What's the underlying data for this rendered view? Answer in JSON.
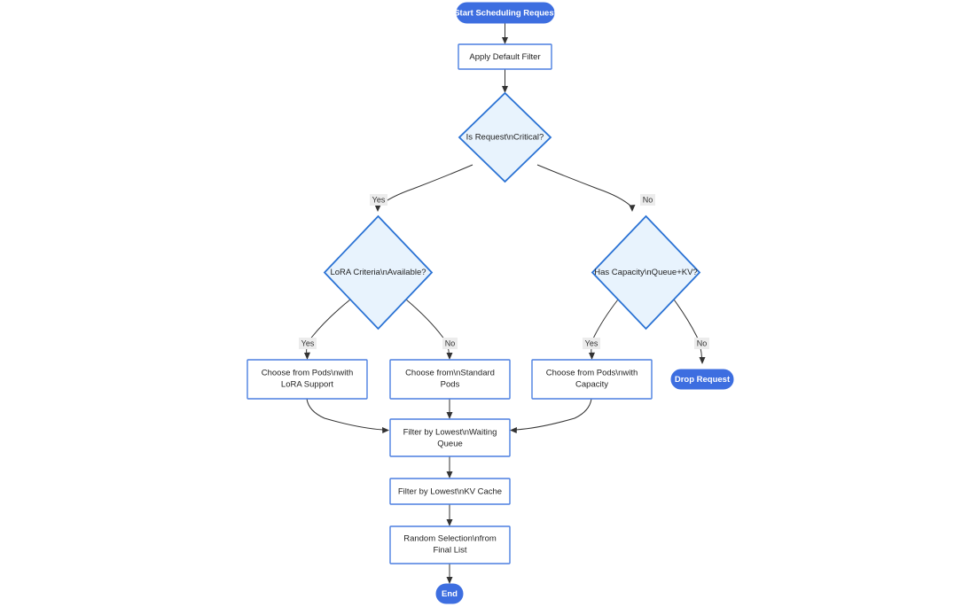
{
  "diagram": {
    "title": "",
    "type": "flowchart",
    "direction": "top-down",
    "colors": {
      "terminal_fill": "#3d6ee0",
      "terminal_text": "#ffffff",
      "process_fill": "#ffffff",
      "process_stroke": "#4b7fe0",
      "decision_fill": "#e8f3fd",
      "decision_stroke": "#2a72d4",
      "edge_stroke": "#333333",
      "edge_label_bg": "#ececec",
      "background": "#ffffff"
    },
    "nodes": {
      "start": {
        "label": "Start Scheduling Request",
        "shape": "stadium"
      },
      "apply_filter": {
        "label": "Apply Default Filter",
        "shape": "rect"
      },
      "is_critical": {
        "label": "Is Request\\nCritical?",
        "shape": "diamond"
      },
      "lora_available": {
        "label": "LoRA Criteria\\nAvailable?",
        "shape": "diamond"
      },
      "has_capacity": {
        "label": "Has Capacity\\nQueue+KV?",
        "shape": "diamond"
      },
      "pods_lora": {
        "label_line1": "Choose from Pods\\nwith",
        "label_line2": "LoRA Support",
        "shape": "rect"
      },
      "pods_standard": {
        "label_line1": "Choose from\\nStandard",
        "label_line2": "Pods",
        "shape": "rect"
      },
      "pods_capacity": {
        "label_line1": "Choose from Pods\\nwith",
        "label_line2": "Capacity",
        "shape": "rect"
      },
      "drop_request": {
        "label": "Drop Request",
        "shape": "stadium"
      },
      "filter_queue": {
        "label_line1": "Filter by Lowest\\nWaiting",
        "label_line2": "Queue",
        "shape": "rect"
      },
      "filter_kv": {
        "label": "Filter by Lowest\\nKV Cache",
        "shape": "rect"
      },
      "random_selection": {
        "label_line1": "Random Selection\\nfrom",
        "label_line2": "Final List",
        "shape": "rect"
      },
      "end": {
        "label": "End",
        "shape": "stadium"
      }
    },
    "edges": [
      {
        "from": "start",
        "to": "apply_filter",
        "label": ""
      },
      {
        "from": "apply_filter",
        "to": "is_critical",
        "label": ""
      },
      {
        "from": "is_critical",
        "to": "lora_available",
        "label": "Yes"
      },
      {
        "from": "is_critical",
        "to": "has_capacity",
        "label": "No"
      },
      {
        "from": "lora_available",
        "to": "pods_lora",
        "label": "Yes"
      },
      {
        "from": "lora_available",
        "to": "pods_standard",
        "label": "No"
      },
      {
        "from": "has_capacity",
        "to": "pods_capacity",
        "label": "Yes"
      },
      {
        "from": "has_capacity",
        "to": "drop_request",
        "label": "No"
      },
      {
        "from": "pods_lora",
        "to": "filter_queue",
        "label": ""
      },
      {
        "from": "pods_standard",
        "to": "filter_queue",
        "label": ""
      },
      {
        "from": "pods_capacity",
        "to": "filter_queue",
        "label": ""
      },
      {
        "from": "filter_queue",
        "to": "filter_kv",
        "label": ""
      },
      {
        "from": "filter_kv",
        "to": "random_selection",
        "label": ""
      },
      {
        "from": "random_selection",
        "to": "end",
        "label": ""
      }
    ],
    "edge_labels": {
      "critical_yes": "Yes",
      "critical_no": "No",
      "lora_yes": "Yes",
      "lora_no": "No",
      "capacity_yes": "Yes",
      "capacity_no": "No"
    }
  }
}
